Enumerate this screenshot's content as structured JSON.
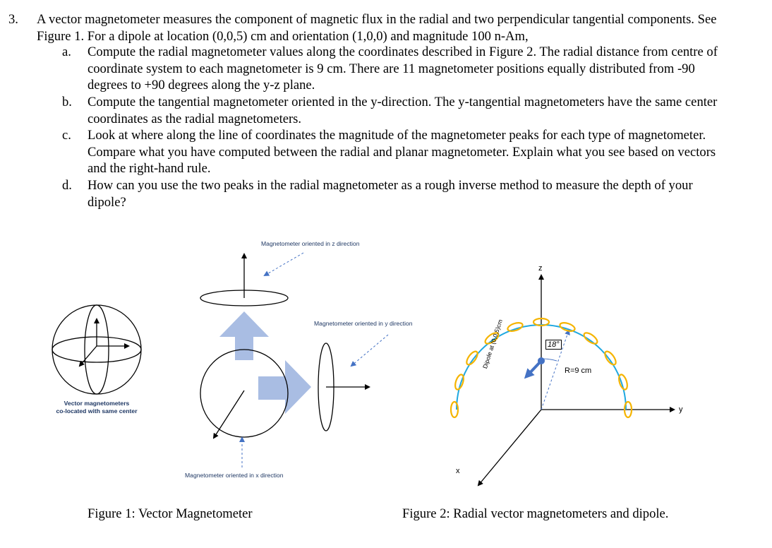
{
  "question": {
    "number": "3.",
    "stem": "A vector magnetometer measures the component of magnetic flux in the radial and two perpendicular tangential components. See Figure 1. For a dipole at location (0,0,5) cm and orientation (1,0,0) and magnitude 100 n-Am,",
    "items": [
      {
        "label": "a.",
        "text": "Compute the radial magnetometer values along the coordinates described in Figure 2. The radial distance from centre of coordinate system to each magnetometer is 9 cm. There are 11 magnetometer positions equally distributed from -90 degrees to +90 degrees along the y-z plane."
      },
      {
        "label": "b.",
        "text": "Compute the tangential magnetometer oriented in the y-direction. The y-tangential magnetometers have the same center coordinates as the radial magnetometers."
      },
      {
        "label": "c.",
        "text": "Look at where along the line of coordinates the magnitude of the magnetometer peaks for each type of magnetometer. Compare what you have computed between the radial and planar magnetometer. Explain what you see based on vectors and the right-hand rule."
      },
      {
        "label": "d.",
        "text": "How can you use the two peaks in the radial magnetometer as a rough inverse method to measure the depth of your dipole?"
      }
    ]
  },
  "figure1": {
    "caption": "Figure 1: Vector Magnetometer",
    "label_z": "Magnetometer oriented in z direction",
    "label_y": "Magnetometer oriented in y direction",
    "label_x": "Magnetometer oriented in x direction",
    "colocated_line1": "Vector magnetometers",
    "colocated_line2": "co-located with same center"
  },
  "figure2": {
    "caption": "Figure 2: Radial vector magnetometers and dipole.",
    "axis_z": "z",
    "axis_y": "y",
    "axis_x": "x",
    "angle": "18°",
    "radius": "R=9 cm",
    "dipole_label": "Dipole at (0,0,5)cm"
  },
  "colors": {
    "accent_blue": "#4472c4",
    "light_blue_arrow": "#a9bde3",
    "arc_cyan": "#1fa8e0",
    "ring_orange": "#f5b400",
    "label_navy": "#1f3864"
  }
}
